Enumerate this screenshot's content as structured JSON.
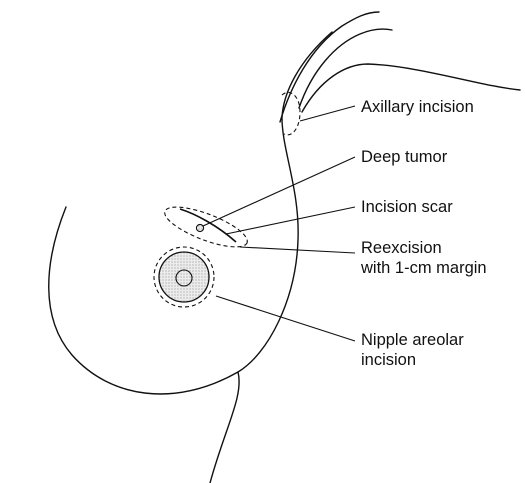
{
  "labels": {
    "axillary_incision": "Axillary incision",
    "deep_tumor": "Deep tumor",
    "incision_scar": "Incision scar",
    "reexcision_line1": "Reexcision",
    "reexcision_line2": "with 1-cm margin",
    "nipple_areolar_line1": "Nipple areolar",
    "nipple_areolar_line2": "incision"
  },
  "colors": {
    "ink": "#111111",
    "areola_fill": "#e2e2e2",
    "background": "#ffffff"
  }
}
